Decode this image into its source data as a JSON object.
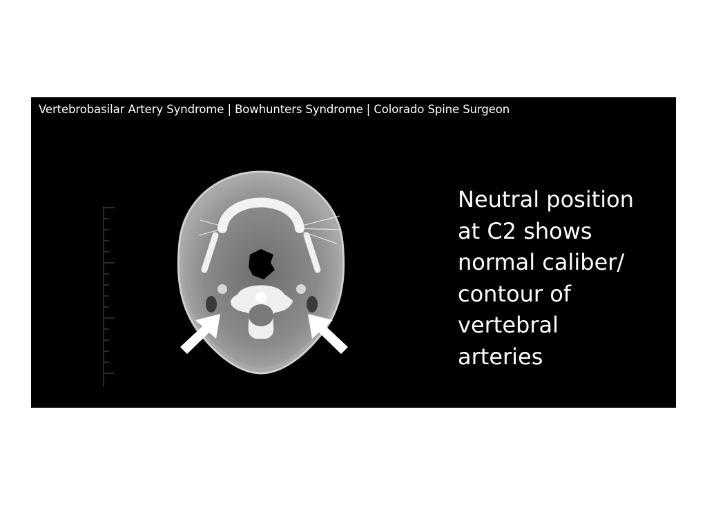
{
  "video": {
    "title": "Vertebrobasilar Artery Syndrome | Bowhunters Syndrome | Colorado Spine Surgeon"
  },
  "slide": {
    "caption_lines": [
      "Neutral position",
      "at C2 shows",
      "normal caliber/",
      "contour of",
      "vertebral",
      "arteries"
    ],
    "image": "axial-ct-neck-c2-icon",
    "arrows": [
      "left-arrow-icon",
      "right-arrow-icon"
    ]
  },
  "colors": {
    "background": "#000000",
    "text": "#ffffff",
    "page": "#ffffff"
  }
}
